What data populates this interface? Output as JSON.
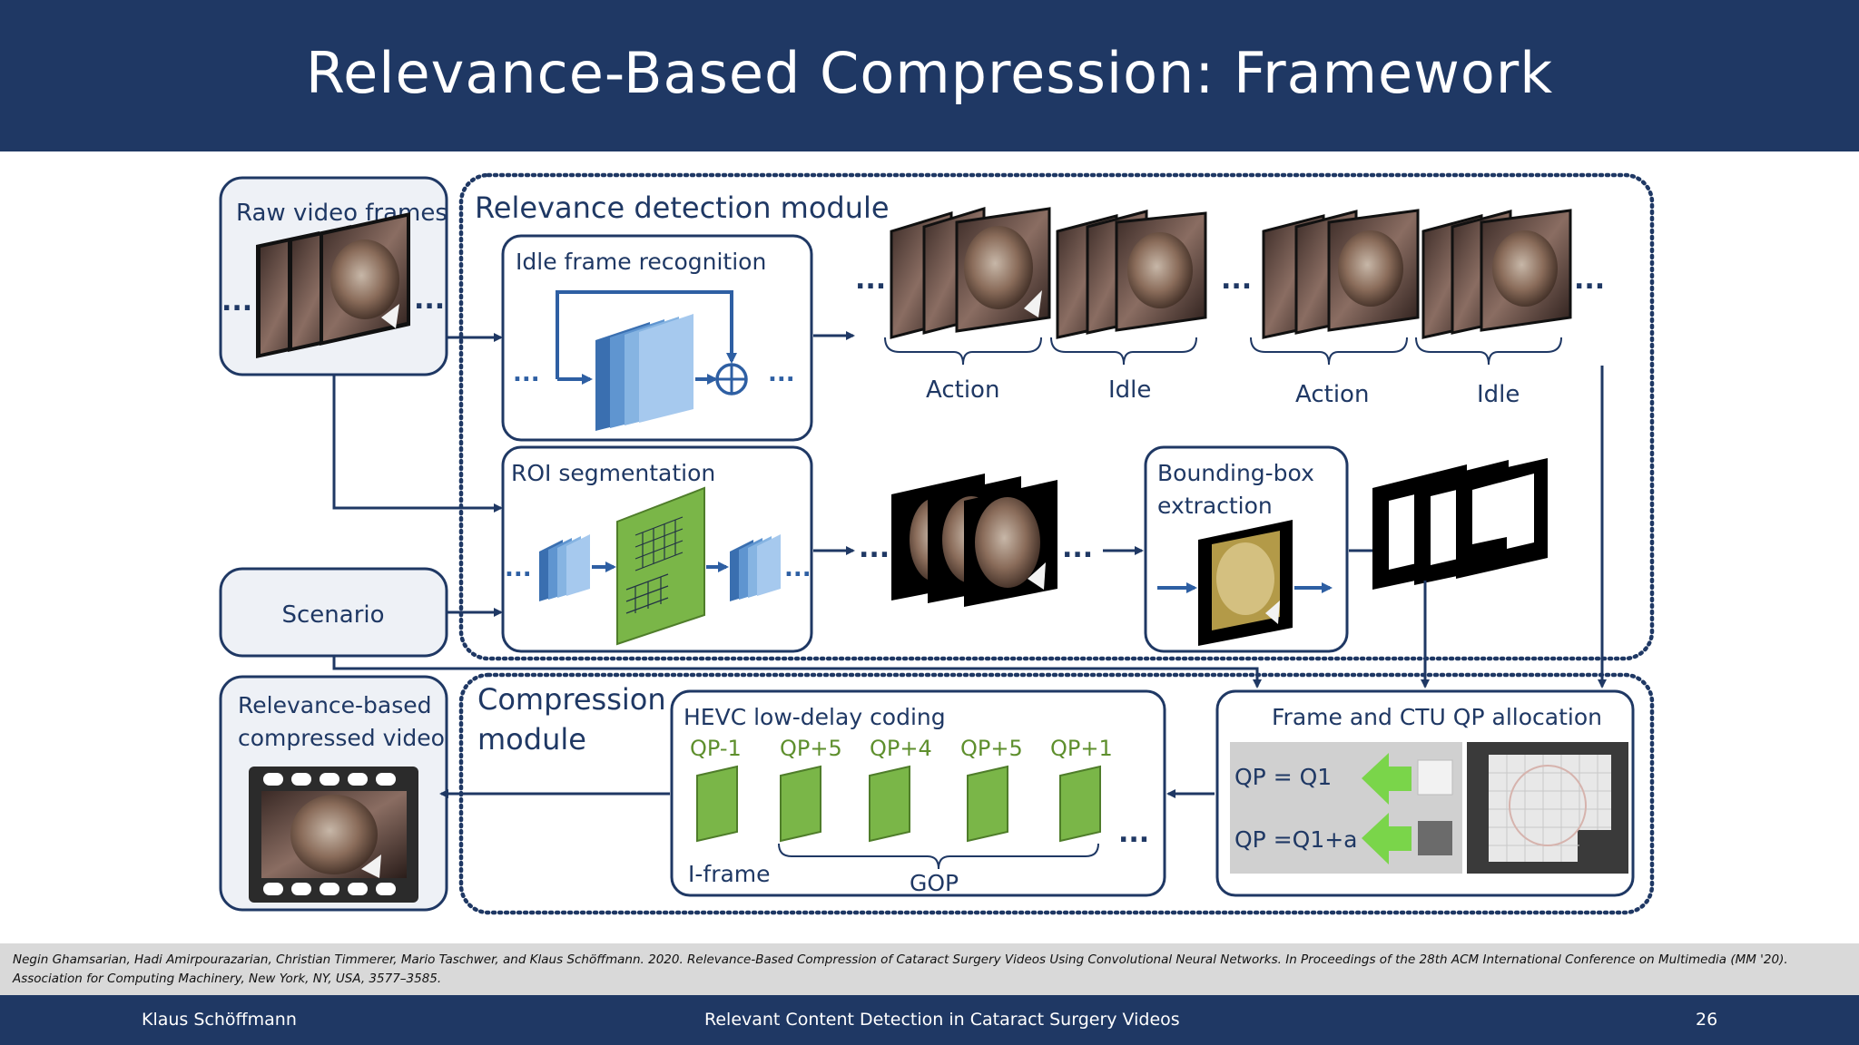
{
  "slide": {
    "title": "Relevance-Based Compression: Framework",
    "citation_line1": "Negin Ghamsarian, Hadi Amirpourazarian, Christian Timmerer, Mario Taschwer, and Klaus Schöffmann. 2020. Relevance-Based Compression of Cataract Surgery Videos Using Convolutional Neural Networks. In Proceedings of the 28th ACM International Conference on Multimedia (MM '20).",
    "citation_line2": "Association for Computing Machinery, New York, NY, USA, 3577–3585.",
    "footer": {
      "author": "Klaus Schöffmann",
      "talk": "Relevant Content Detection in Cataract Surgery Videos",
      "page": "26"
    }
  },
  "diagram": {
    "raw_video": "Raw video frames",
    "relevance_module": "Relevance detection module",
    "idle_box": "Idle frame recognition",
    "roi_box": "ROI segmentation",
    "bbox_line1": "Bounding-box",
    "bbox_line2": "extraction",
    "scenario": "Scenario",
    "output_line1": "Relevance-based",
    "output_line2": "compressed video",
    "compression_line1": "Compression",
    "compression_line2": "module",
    "hevc": "HEVC low-delay coding",
    "qp_labels": [
      "QP-1",
      "QP+5",
      "QP+4",
      "QP+5",
      "QP+1"
    ],
    "iframe": "I-frame",
    "gop": "GOP",
    "qp_alloc": "Frame and CTU QP allocation",
    "qp1": "QP = Q1",
    "qp2": "QP =Q1+a",
    "seg_labels": [
      "Action",
      "Idle",
      "Action",
      "Idle"
    ],
    "ellipsis": "..."
  },
  "colors": {
    "navy": "#1f3864",
    "blue_arrow": "#2e5fa3",
    "green": "#7ab648",
    "qp_green": "#5e8f2d"
  }
}
